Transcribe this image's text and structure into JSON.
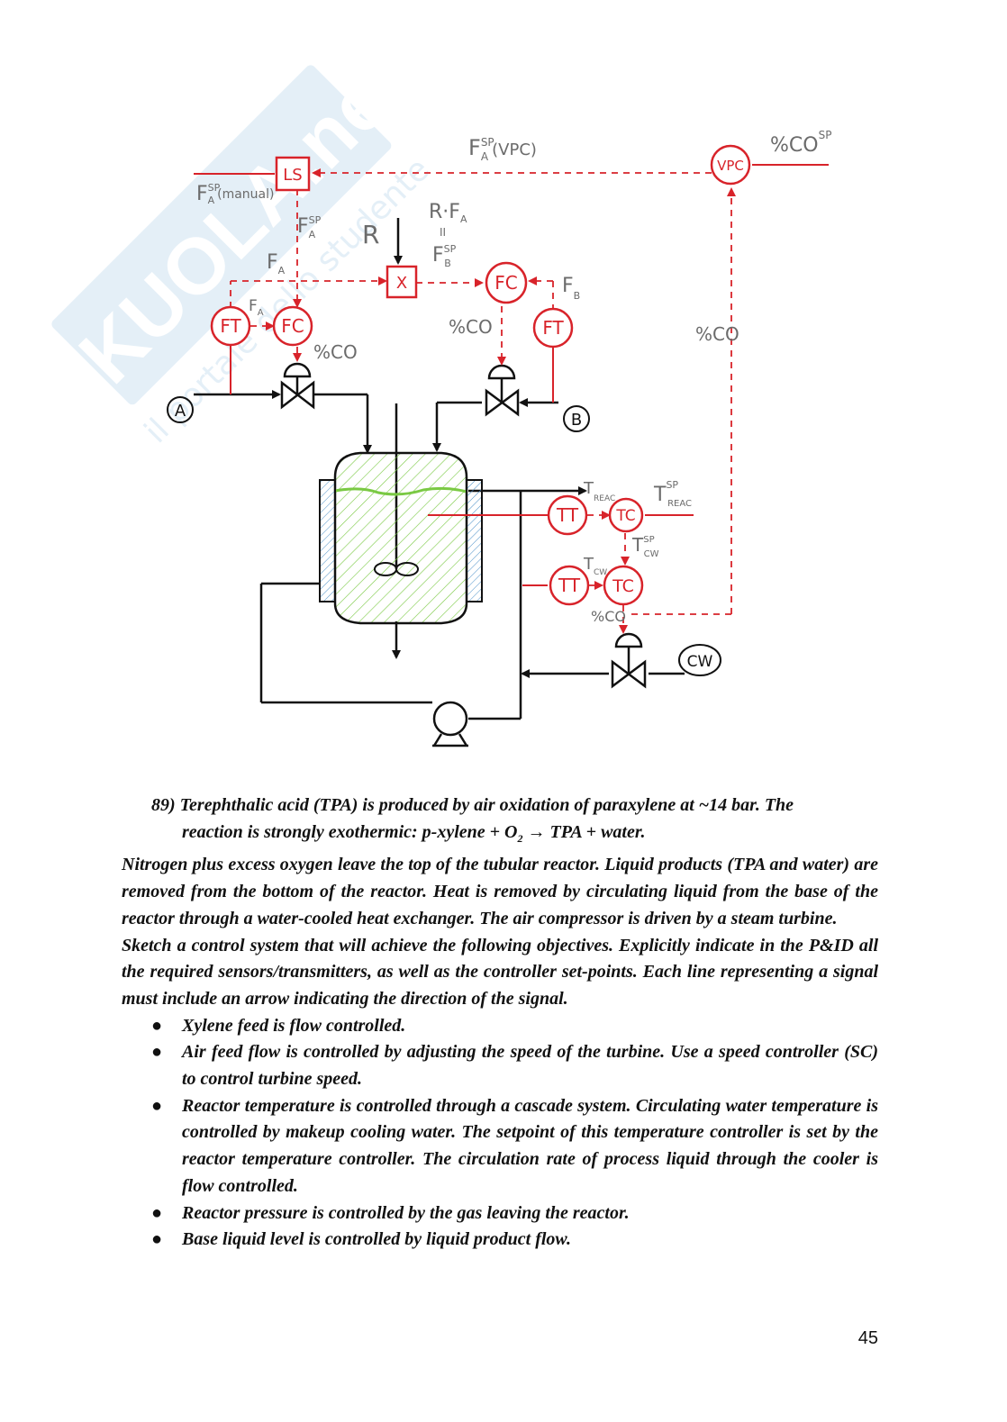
{
  "watermark": {
    "brand": "SKUOLA.net",
    "slogan": "il portale dello studente"
  },
  "diagram": {
    "ls_label": "LS",
    "vpc_label": "VPC",
    "x_label": "X",
    "fc_label": "FC",
    "ft_label": "FT",
    "tt_label": "TT",
    "tc_label": "TC",
    "stream_a": "A",
    "stream_b": "B",
    "cw_label": "CW",
    "lbl_fa_sp_vpc": "F",
    "lbl_fa_sp_vpc_sup": "SP",
    "lbl_fa_sp_vpc_sub": "A",
    "lbl_fa_sp_vpc_tail": "(VPC)",
    "lbl_co_sp": "%CO",
    "lbl_co_sp_sup": "SP",
    "lbl_fa_sp_manual": "F",
    "lbl_fa_sp_manual_sup": "SP",
    "lbl_fa_sp_manual_sub": "A",
    "lbl_fa_sp_manual_tail": "(manual)",
    "lbl_fa_sp": "F",
    "lbl_fa_sp_sup": "SP",
    "lbl_fa_sp_sub": "A",
    "lbl_r": "R",
    "lbl_rfa": "R·F",
    "lbl_rfa_sub": "A",
    "lbl_eq": "II",
    "lbl_fb_sp": "F",
    "lbl_fb_sp_sup": "SP",
    "lbl_fb_sp_sub": "B",
    "lbl_fa": "F",
    "lbl_fa_sub": "A",
    "lbl_fa2": "F",
    "lbl_fa2_sub": "A",
    "lbl_fb": "F",
    "lbl_fb_sub": "B",
    "lbl_co1": "%CO",
    "lbl_co2": "%CO",
    "lbl_co3": "%CO",
    "lbl_co4": "%CO",
    "lbl_treac": "T",
    "lbl_treac_sub": "REAC",
    "lbl_treac_sp": "T",
    "lbl_treac_sp_sup": "SP",
    "lbl_treac_sp_sub": "REAC",
    "lbl_tcw_sp": "T",
    "lbl_tcw_sp_sup": "SP",
    "lbl_tcw_sp_sub": "CW",
    "lbl_tcw": "T",
    "lbl_tcw_sub": "CW"
  },
  "question": {
    "number": "89)",
    "line1": "Terephthalic acid (TPA) is produced by air oxidation of paraxylene at ~14 bar. The",
    "line2_pre": "reaction is strongly exothermic: p-xylene + O",
    "line2_sub": "2",
    "line2_post": " → TPA + water.",
    "para1": "Nitrogen plus excess oxygen leave the top of the tubular reactor. Liquid products (TPA and water) are removed from the bottom of the reactor. Heat is removed by circulating liquid from the base of the reactor through a water-cooled heat exchanger. The air compressor is driven by a steam turbine.",
    "para2": "Sketch a control system that will achieve the following objectives. Explicitly indicate in the P&ID all the required sensors/transmitters, as well as the controller set-points. Each line representing a signal must include an arrow indicating the direction of the signal.",
    "bullet_symbol": "●",
    "bullets": [
      "Xylene feed is flow controlled.",
      "Air feed flow is controlled by adjusting the speed of the turbine. Use a speed controller (SC) to control turbine speed.",
      "Reactor temperature is controlled through a cascade system. Circulating water temperature is controlled by makeup cooling water. The setpoint of this temperature controller is set by the reactor temperature controller. The circulation rate of process liquid through the cooler is flow controlled.",
      "Reactor pressure is controlled by the gas leaving the reactor.",
      "Base liquid level is controlled by liquid product flow."
    ]
  },
  "page_number": "45",
  "colors": {
    "signal": "#d8232a",
    "process": "#111111",
    "liquid": "#7ac943",
    "note": "#6b6b6b",
    "watermark": "#cfe3f2",
    "watermark_accent": "#f3e6a0"
  }
}
